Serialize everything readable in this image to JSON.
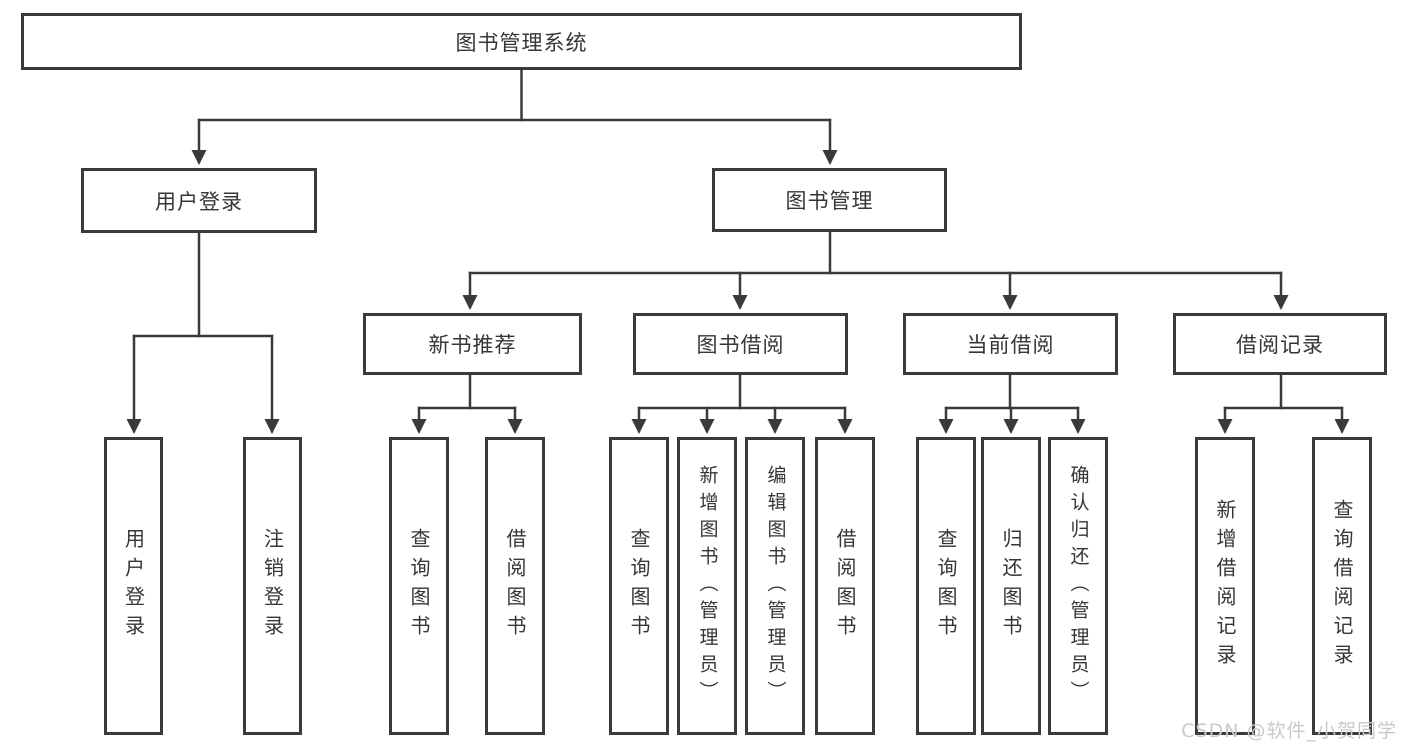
{
  "diagram_type": "hierarchy-tree",
  "tree": {
    "root": "图书管理系统",
    "children": [
      {
        "label": "用户登录",
        "leaves": [
          "用户登录",
          "注销登录"
        ]
      },
      {
        "label": "图书管理",
        "groups": [
          {
            "label": "新书推荐",
            "leaves": [
              "查询图书",
              "借阅图书"
            ]
          },
          {
            "label": "图书借阅",
            "leaves": [
              "查询图书",
              "新增图书（管理员）",
              "编辑图书（管理员）",
              "借阅图书"
            ]
          },
          {
            "label": "当前借阅",
            "leaves": [
              "查询图书",
              "归还图书",
              "确认归还（管理员）"
            ]
          },
          {
            "label": "借阅记录",
            "leaves": [
              "新增借阅记录",
              "查询借阅记录"
            ]
          }
        ]
      }
    ]
  },
  "watermark": {
    "text": "CSDN @软件_小贺同学"
  },
  "colors": {
    "line": "#3a3a3a",
    "box_border": "#3a3a3a",
    "box_background": "#ffffff",
    "text": "#363636",
    "watermark": "#c9c9c9",
    "page_background": "#ffffff"
  }
}
